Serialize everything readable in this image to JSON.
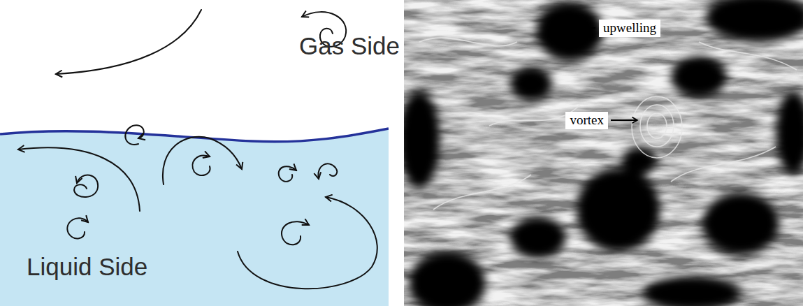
{
  "diagram": {
    "labels": [
      "Gas Side",
      "Liquid Side",
      "upwelling",
      "vortex"
    ]
  }
}
